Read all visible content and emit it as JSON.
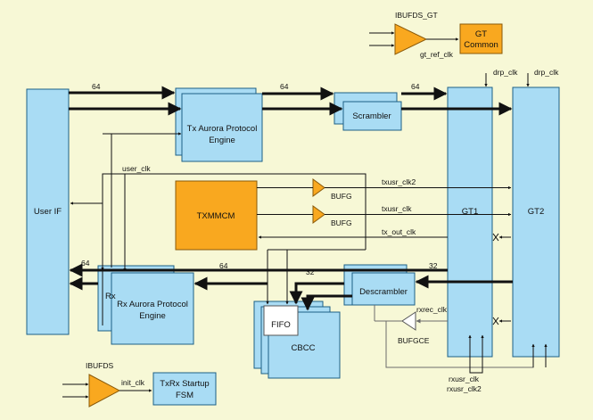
{
  "blocks": {
    "user_if": "User IF",
    "tx_aurora": [
      "Tx Aurora Protocol",
      "Engine"
    ],
    "scrambler": "Scrambler",
    "gt1": "GT1",
    "gt2": "GT2",
    "txmmcm": "TXMMCM",
    "rx_aurora": [
      "Rx Aurora Protocol",
      "Engine"
    ],
    "rx_stub": "Rx",
    "descrambler": "Descrambler",
    "fifo": "FIFO",
    "cbcc": "CBCC",
    "gt_common": [
      "GT",
      "Common"
    ],
    "txrx_startup": [
      "TxRx Startup",
      "FSM"
    ]
  },
  "labels": {
    "ibufds_gt": "IBUFDS_GT",
    "gt_ref_clk": "gt_ref_clk",
    "drp_clk_1": "drp_clk",
    "drp_clk_2": "drp_clk",
    "w64_a": "64",
    "w64_b": "64",
    "w64_c": "64",
    "w64_d": "64",
    "w64_e": "64",
    "w32_a": "32",
    "w32_b": "32",
    "user_clk": "user_clk",
    "txusr_clk2": "txusr_clk2",
    "txusr_clk": "txusr_clk",
    "tx_out_clk": "tx_out_clk",
    "bufg_1": "BUFG",
    "bufg_2": "BUFG",
    "rxrec_clk": "rxrec_clk",
    "bufgce": "BUFGCE",
    "rxusr_clk": "rxusr_clk",
    "rxusr_clk2": "rxusr_clk2",
    "ibufds": "IBUFDS",
    "init_clk": "init_clk"
  }
}
